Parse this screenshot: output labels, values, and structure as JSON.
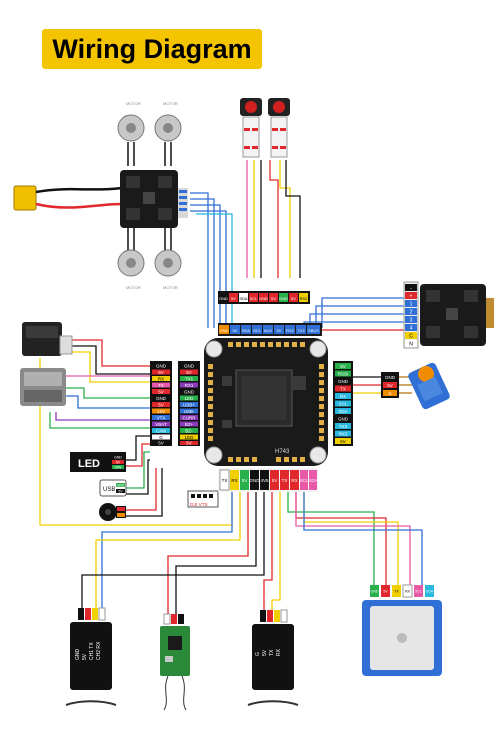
{
  "title": "Wiring Diagram",
  "colors": {
    "title_bg": "#f5c400",
    "board": "#1a1a1a",
    "wire_blue": "#2f6fd6",
    "wire_red": "#e0282c",
    "wire_yellow": "#f0d000",
    "wire_green": "#28b04a",
    "wire_black": "#111111",
    "wire_pink": "#e85aa8",
    "wire_cyan": "#28b8e0",
    "wire_purple": "#8a3ab8"
  },
  "fc": {
    "label": "H743"
  },
  "led": {
    "label": "LED"
  },
  "usb": {
    "label": "USB"
  },
  "dji": {
    "label": "DJI VTX"
  },
  "top_pads": [
    "GND",
    "5V",
    "SDA",
    "SCL",
    "GND",
    "5V",
    "GND",
    "5V",
    "RX2"
  ],
  "top_pads2": [
    "GND",
    "5V",
    "SDA",
    "SCL",
    "AUX",
    "5V",
    "RX2",
    "TX2",
    "SBUS"
  ],
  "left_pads": [
    "GND",
    "5V",
    "RX",
    "TX",
    "5V",
    "GND",
    "5V",
    "12V",
    "VTX",
    "VBAT",
    "CAM",
    "G",
    "5V"
  ],
  "left_pads2": [
    "GND",
    "5V",
    "TX1",
    "RX1",
    "GND",
    "LED",
    "USB+",
    "USB-",
    "CURR",
    "BZ+",
    "BZ-",
    "LED",
    "5V"
  ],
  "right_pads": [
    "5V",
    "RSSI",
    "GND",
    "TX",
    "RX",
    "SCL",
    "SDA",
    "GND",
    "TX3",
    "RX3",
    "5V"
  ],
  "bottom_pads": [
    "TX",
    "RX",
    "5V",
    "GND",
    "4V5",
    "5V",
    "TX",
    "RX",
    "SCL",
    "SDA"
  ],
  "esc_pins": [
    "-",
    "+",
    "1",
    "2",
    "3",
    "4",
    "C",
    "N"
  ],
  "servo_pins": [
    "GND",
    "5V",
    "S"
  ],
  "rx_pins": [
    "CH2 RX",
    "CH1 TX",
    "5V",
    "GND"
  ],
  "rx2_pins": [
    "RX",
    "TX",
    "5V",
    "G"
  ],
  "gps_pins": [
    "GND",
    "5V",
    "TX",
    "RX",
    "SCL",
    "SDA"
  ],
  "led_pins": [
    "GND",
    "5V",
    "DIN"
  ],
  "usb_pins": [
    "GND",
    "5V"
  ],
  "motor_labels": [
    "MOTOR",
    "MOTOR",
    "MOTOR",
    "MOTOR"
  ]
}
